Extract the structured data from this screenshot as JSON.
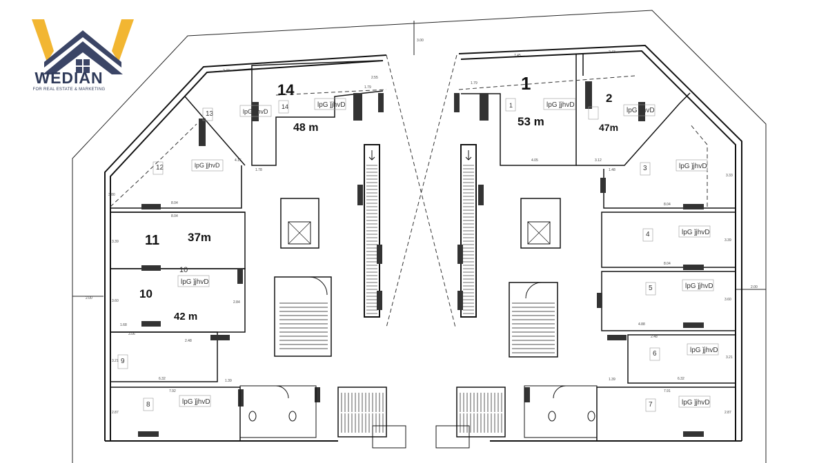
{
  "brand": {
    "name": "WEDIAN",
    "tagline": "FOR REAL ESTATE & MARKETING",
    "colors": {
      "yellow": "#f2b632",
      "navy": "#3b4566"
    }
  },
  "units": [
    {
      "id": "1",
      "num": "1",
      "area": "53 m",
      "tag": "lpG ǰjhvD"
    },
    {
      "id": "2",
      "num": "2",
      "area": "47m",
      "tag": "lpG ǰjhvD"
    },
    {
      "id": "3",
      "num": "3",
      "area": "",
      "tag": "lpG ǰjhvD"
    },
    {
      "id": "4",
      "num": "4",
      "area": "",
      "tag": "lpG ǰjhvD"
    },
    {
      "id": "5",
      "num": "5",
      "area": "",
      "tag": "lpG ǰjhvD"
    },
    {
      "id": "6",
      "num": "6",
      "area": "",
      "tag": "lpG ǰjhvD"
    },
    {
      "id": "7",
      "num": "7",
      "area": "",
      "tag": "lpG ǰjhvD"
    },
    {
      "id": "8",
      "num": "8",
      "area": "",
      "tag": "lpG ǰjhvD"
    },
    {
      "id": "9",
      "num": "9",
      "area": "",
      "tag": ""
    },
    {
      "id": "10",
      "num": "10",
      "area": "42 m",
      "tag": "lpG ǰjhvD"
    },
    {
      "id": "11",
      "num": "11",
      "area": "37m",
      "tag": ""
    },
    {
      "id": "12",
      "num": "12",
      "area": "",
      "tag": "lpG ǰjhvD"
    },
    {
      "id": "13",
      "num": "13",
      "area": "",
      "tag": "lpG ǰjhvD"
    },
    {
      "id": "14",
      "num": "14",
      "area": "48 m",
      "tag": "lpG ǰjhvD"
    }
  ],
  "dimensions": [
    "2.00",
    "7.45",
    "2.43",
    "2.70",
    "2.55",
    "1.79",
    "3.00",
    "4.16",
    "1.78",
    "4.05",
    "3.12",
    "1.48",
    "8.04",
    "3.39",
    "3.60",
    "4.88",
    "2.48",
    "6.32",
    "7.92",
    "7.91",
    "2.87",
    "3.21",
    "1.39",
    "3.33",
    "3.80",
    "2.84",
    "1.68",
    "3.06"
  ]
}
